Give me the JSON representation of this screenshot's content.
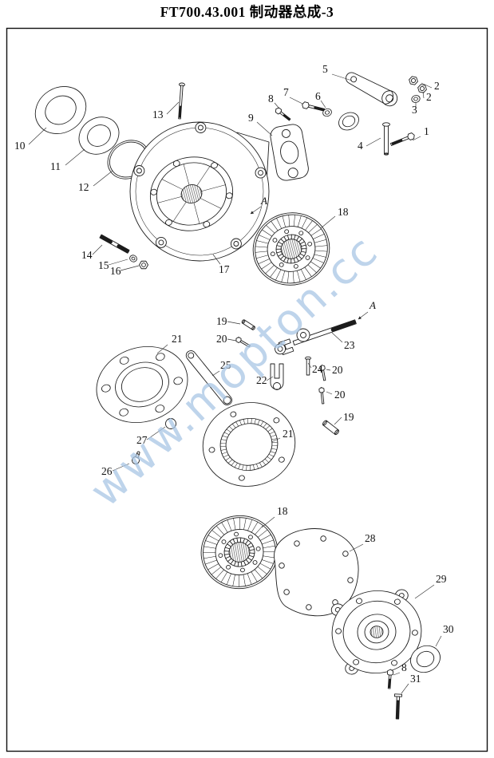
{
  "page": {
    "title": "FT700.43.001 制动器总成-3"
  },
  "watermark": {
    "text": "www.mopton.cc",
    "color": "#a9c6e5"
  },
  "diagram": {
    "labels": {
      "l1": "1",
      "l2a": "2",
      "l2b": "2",
      "l3": "3",
      "l4": "4",
      "l5": "5",
      "l6": "6",
      "l7": "7",
      "l8a": "8",
      "l8b": "8",
      "l9": "9",
      "l10": "10",
      "l11": "11",
      "l12": "12",
      "l13": "13",
      "l14": "14",
      "l15": "15",
      "l16": "16",
      "l17": "17",
      "l18a": "18",
      "l18b": "18",
      "l19a": "19",
      "l19b": "19",
      "l20a": "20",
      "l20b": "20",
      "l20c": "20",
      "l21a": "21",
      "l21b": "21",
      "l22": "22",
      "l23": "23",
      "l24": "24",
      "l25": "25",
      "l26": "26",
      "l27": "27",
      "l28": "28",
      "l29": "29",
      "l30": "30",
      "l31": "31",
      "sectionA1": "A",
      "sectionA2": "A"
    }
  }
}
